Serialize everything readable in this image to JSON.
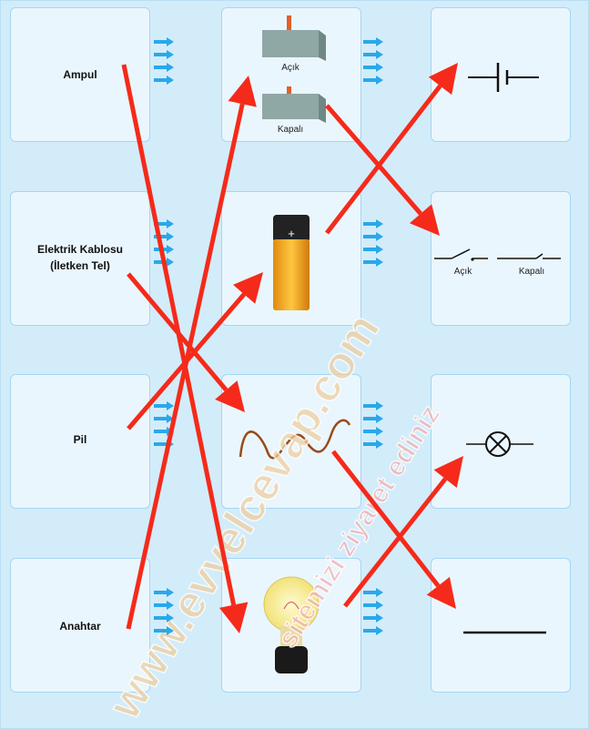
{
  "left_column": [
    {
      "label": "Ampul"
    },
    {
      "label": "Elektrik Kablosu",
      "label2": "(İletken Tel)"
    },
    {
      "label": "Pil"
    },
    {
      "label": "Anahtar"
    }
  ],
  "middle_column": {
    "switch_open": "Açık",
    "switch_closed": "Kapalı",
    "battery_sign": "+"
  },
  "right_column": {
    "switch_symbol_open": "Açık",
    "switch_symbol_closed": "Kapalı"
  },
  "watermark": {
    "line1": "www.evvelcevap.com",
    "line2": "sitemizi ziyaret ediniz"
  },
  "colors": {
    "arrow": "#f52a1a",
    "blue_arrow": "#29a8ea",
    "card": "#eaf6fd",
    "background": "#d3ecfa"
  }
}
